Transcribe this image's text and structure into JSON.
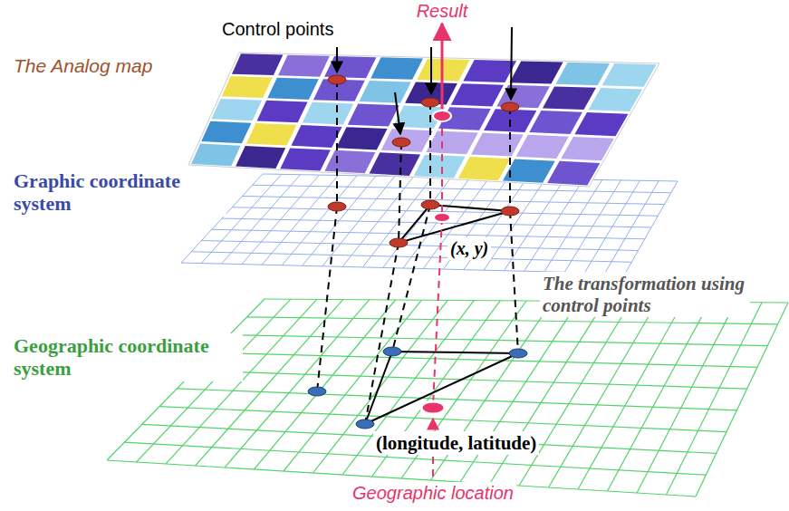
{
  "diagram": {
    "labels": [
      "Result",
      "Control points",
      "The Analog map",
      "Graphic coordinate system",
      "(x, y)",
      "The transformation using control points",
      "Geographic coordinate system",
      "(longitude, latitude)",
      "Geographic location"
    ]
  }
}
